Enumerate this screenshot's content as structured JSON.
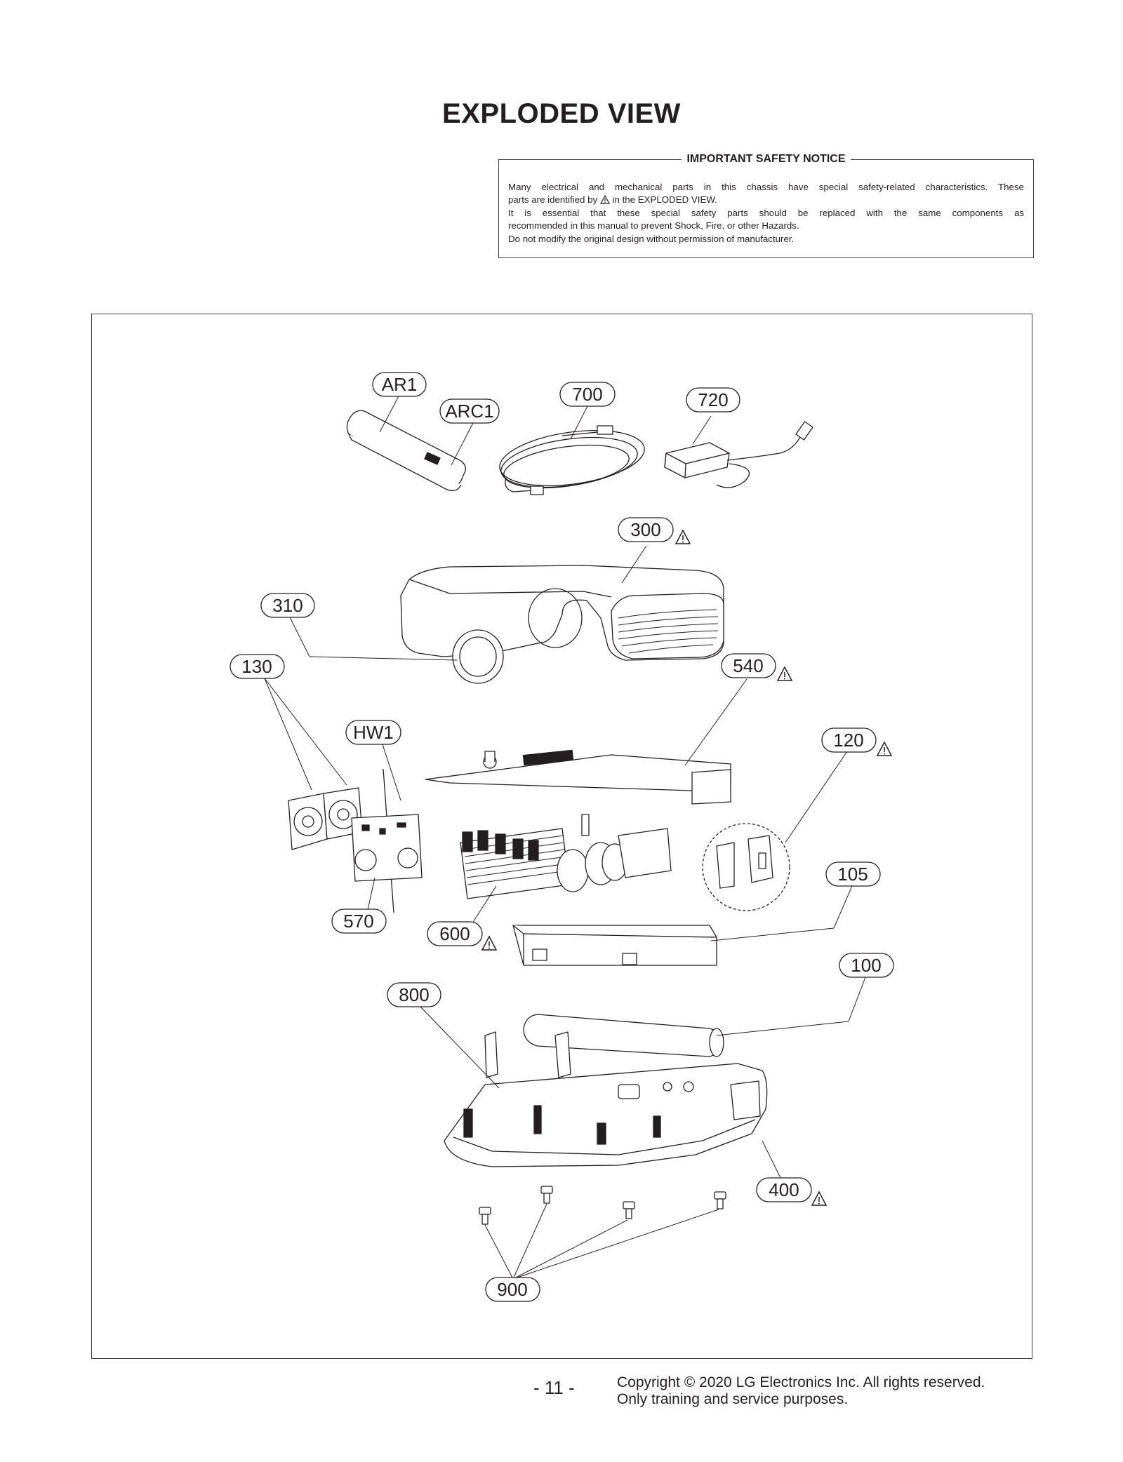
{
  "page": {
    "title": "EXPLODED VIEW",
    "page_number": "- 11 -",
    "copyright_line1": "Copyright © 2020 LG Electronics Inc. All rights reserved.",
    "copyright_line2": "Only training and service purposes."
  },
  "notice": {
    "title": "IMPORTANT SAFETY NOTICE",
    "line1": "Many electrical and mechanical parts in this chassis have special safety-related characteristics. These",
    "line2a": "parts are identified by",
    "line2b": "in the EXPLODED VIEW.",
    "line3": "It is essential that these special safety parts should be replaced with the same components as",
    "line4": "recommended in this manual to prevent Shock, Fire, or other Hazards.",
    "line5": "Do not modify the original design without permission of manufacturer."
  },
  "callouts": {
    "ar1": "AR1",
    "arc1": "ARC1",
    "p700": "700",
    "p720": "720",
    "p300": "300",
    "p310": "310",
    "p130": "130",
    "p540": "540",
    "hw1": "HW1",
    "p120": "120",
    "p105": "105",
    "p570": "570",
    "p600": "600",
    "p100": "100",
    "p800": "800",
    "p400": "400",
    "p900": "900"
  },
  "safety_marked_parts": [
    "300",
    "540",
    "120",
    "600",
    "400"
  ]
}
